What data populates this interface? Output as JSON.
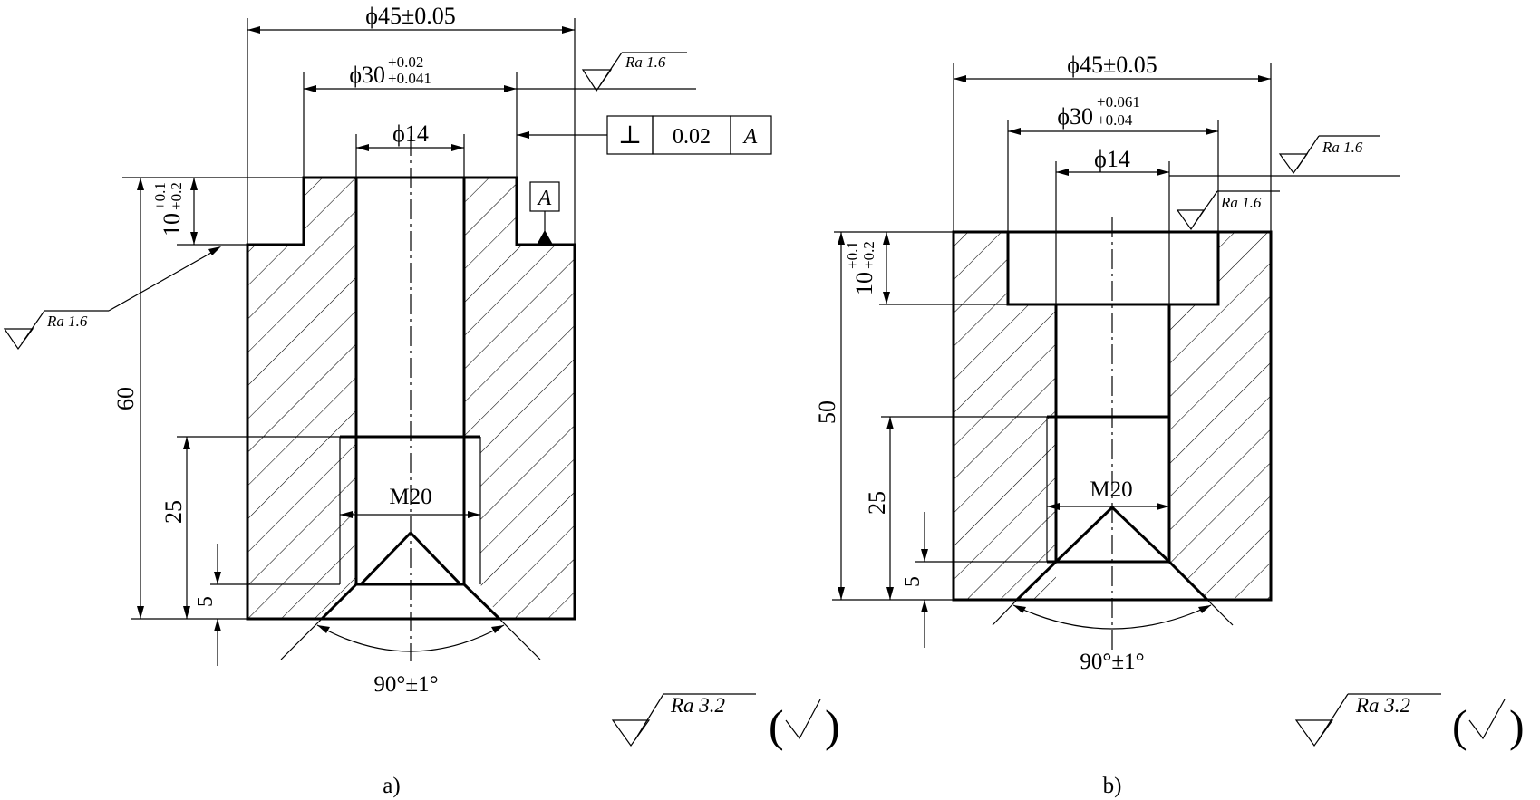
{
  "drawing_a": {
    "dim_outer": "ϕ45±0.05",
    "dim_counterbore_main": "ϕ30",
    "dim_counterbore_tol_upper": "+0.02",
    "dim_counterbore_tol_lower": "+0.041",
    "dim_bore": "ϕ14",
    "dim_depth_main": "10",
    "dim_depth_tol_upper": "+0.1",
    "dim_depth_tol_lower": "+0.2",
    "dim_height": "60",
    "dim_thread_depth": "25",
    "dim_chamfer": "5",
    "thread_label": "M20",
    "angle_label": "90°±1°",
    "roughness_top": "Ra 1.6",
    "roughness_left": "Ra 1.6",
    "tolerance_symbol": "⊥",
    "tolerance_value": "0.02",
    "tolerance_datum": "A",
    "datum_label": "A",
    "general_roughness": "Ra 3.2",
    "caption": "a)"
  },
  "drawing_b": {
    "dim_outer": "ϕ45±0.05",
    "dim_counterbore_main": "ϕ30",
    "dim_counterbore_tol_upper": "+0.061",
    "dim_counterbore_tol_lower": "+0.04",
    "dim_bore": "ϕ14",
    "dim_depth_main": "10",
    "dim_depth_tol_upper": "+0.1",
    "dim_depth_tol_lower": "+0.2",
    "dim_height": "50",
    "dim_thread_depth": "25",
    "dim_chamfer": "5",
    "thread_label": "M20",
    "angle_label": "90°±1°",
    "roughness_top": "Ra 1.6",
    "roughness_inner": "Ra 1.6",
    "general_roughness": "Ra 3.2",
    "caption": "b)"
  }
}
